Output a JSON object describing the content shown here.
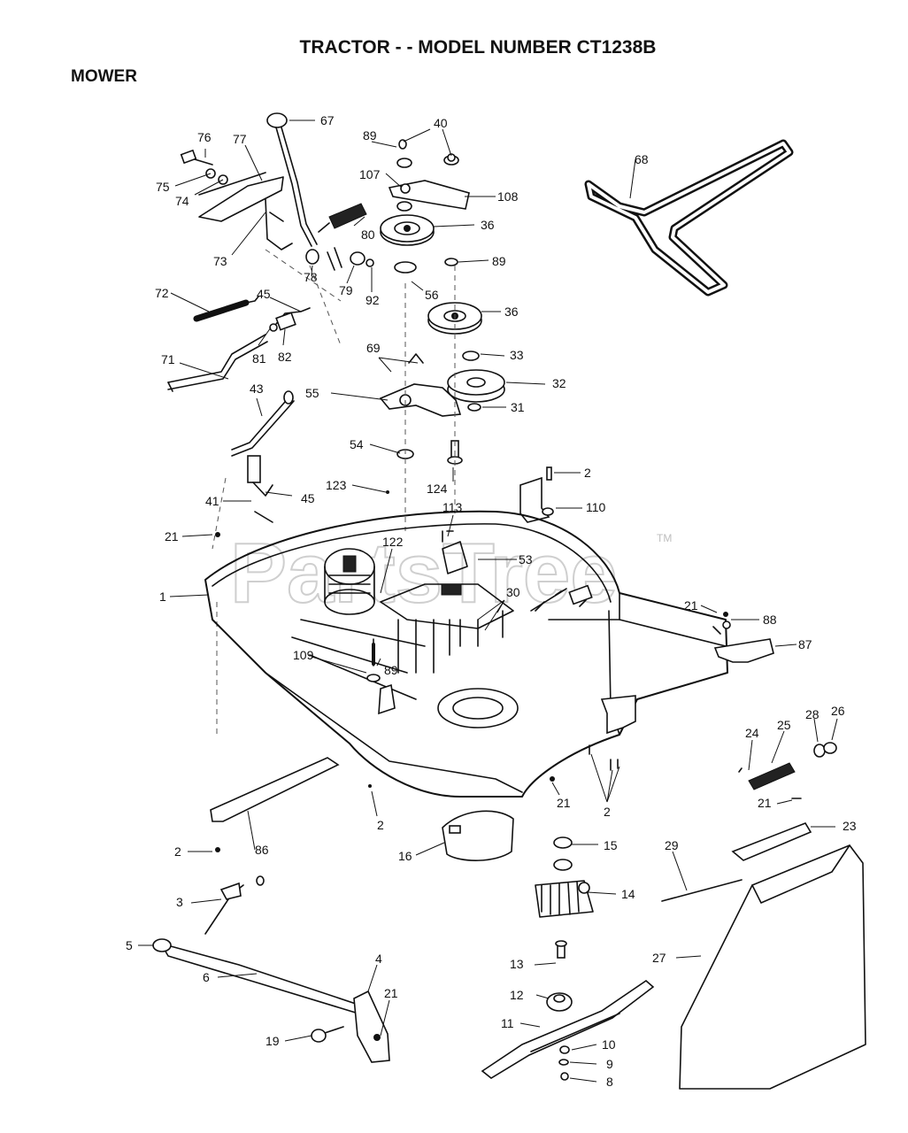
{
  "header": {
    "title": "TRACTOR - - MODEL NUMBER CT1238B",
    "section": "MOWER"
  },
  "watermark": {
    "text": "PartsTree",
    "mark": "TM"
  },
  "callouts": [
    "67",
    "76",
    "77",
    "75",
    "74",
    "73",
    "89",
    "40",
    "107",
    "108",
    "36",
    "80",
    "78",
    "79",
    "92",
    "56",
    "89",
    "36",
    "68",
    "72",
    "45",
    "81",
    "82",
    "71",
    "69",
    "33",
    "55",
    "32",
    "31",
    "43",
    "54",
    "124",
    "123",
    "2",
    "110",
    "41",
    "45",
    "21",
    "113",
    "122",
    "53",
    "1",
    "30",
    "21",
    "88",
    "87",
    "109",
    "89",
    "28",
    "26",
    "24",
    "25",
    "21",
    "2",
    "21",
    "2",
    "23",
    "2",
    "86",
    "16",
    "15",
    "29",
    "3",
    "14",
    "5",
    "27",
    "6",
    "13",
    "4",
    "21",
    "12",
    "11",
    "10",
    "19",
    "9",
    "8"
  ]
}
